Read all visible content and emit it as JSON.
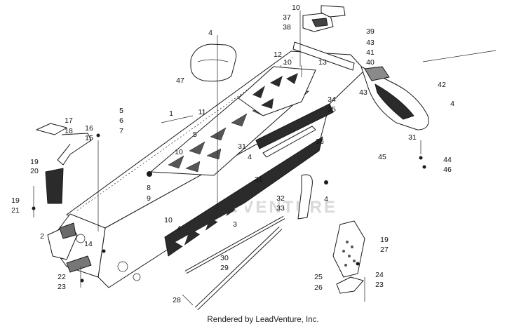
{
  "footer": {
    "credit": "Rendered by LeadVenture, Inc."
  },
  "watermark": {
    "text": "LEADVENTURE"
  },
  "colors": {
    "part_fill": "#ffffff",
    "part_dark": "#2b2b2b",
    "part_mid": "#8a8a8a",
    "line": "#1a1a1a"
  },
  "callouts": [
    {
      "id": "c1",
      "label": "1"
    },
    {
      "id": "c2",
      "label": "2"
    },
    {
      "id": "c3",
      "label": "3"
    },
    {
      "id": "c4a",
      "label": "4"
    },
    {
      "id": "c4b",
      "label": "4"
    },
    {
      "id": "c4c",
      "label": "4"
    },
    {
      "id": "c4d",
      "label": "4"
    },
    {
      "id": "c4e",
      "label": "4"
    },
    {
      "id": "c5a",
      "label": "5"
    },
    {
      "id": "c5b",
      "label": "5"
    },
    {
      "id": "c6",
      "label": "6"
    },
    {
      "id": "c7",
      "label": "7"
    },
    {
      "id": "c8",
      "label": "8"
    },
    {
      "id": "c9",
      "label": "9"
    },
    {
      "id": "c10a",
      "label": "10"
    },
    {
      "id": "c10b",
      "label": "10"
    },
    {
      "id": "c10c",
      "label": "10"
    },
    {
      "id": "c10d",
      "label": "10"
    },
    {
      "id": "c11",
      "label": "11"
    },
    {
      "id": "c12",
      "label": "12"
    },
    {
      "id": "c13",
      "label": "13"
    },
    {
      "id": "c14",
      "label": "14"
    },
    {
      "id": "c15",
      "label": "15"
    },
    {
      "id": "c16",
      "label": "16"
    },
    {
      "id": "c17",
      "label": "17"
    },
    {
      "id": "c18",
      "label": "18"
    },
    {
      "id": "c19a",
      "label": "19"
    },
    {
      "id": "c19b",
      "label": "19"
    },
    {
      "id": "c19c",
      "label": "19"
    },
    {
      "id": "c20",
      "label": "20"
    },
    {
      "id": "c21",
      "label": "21"
    },
    {
      "id": "c22",
      "label": "22"
    },
    {
      "id": "c23a",
      "label": "23"
    },
    {
      "id": "c23b",
      "label": "23"
    },
    {
      "id": "c24",
      "label": "24"
    },
    {
      "id": "c25",
      "label": "25"
    },
    {
      "id": "c26",
      "label": "26"
    },
    {
      "id": "c27",
      "label": "27"
    },
    {
      "id": "c28",
      "label": "28"
    },
    {
      "id": "c29",
      "label": "29"
    },
    {
      "id": "c30",
      "label": "30"
    },
    {
      "id": "c31a",
      "label": "31"
    },
    {
      "id": "c31b",
      "label": "31"
    },
    {
      "id": "c31c",
      "label": "31"
    },
    {
      "id": "c32",
      "label": "32"
    },
    {
      "id": "c33",
      "label": "33"
    },
    {
      "id": "c34",
      "label": "34"
    },
    {
      "id": "c35",
      "label": "35"
    },
    {
      "id": "c36",
      "label": "36"
    },
    {
      "id": "c37",
      "label": "37"
    },
    {
      "id": "c38",
      "label": "38"
    },
    {
      "id": "c39",
      "label": "39"
    },
    {
      "id": "c40",
      "label": "40"
    },
    {
      "id": "c41",
      "label": "41"
    },
    {
      "id": "c42",
      "label": "42"
    },
    {
      "id": "c43a",
      "label": "43"
    },
    {
      "id": "c43b",
      "label": "43"
    },
    {
      "id": "c44",
      "label": "44"
    },
    {
      "id": "c45",
      "label": "45"
    },
    {
      "id": "c46",
      "label": "46"
    },
    {
      "id": "c47",
      "label": "47"
    }
  ]
}
